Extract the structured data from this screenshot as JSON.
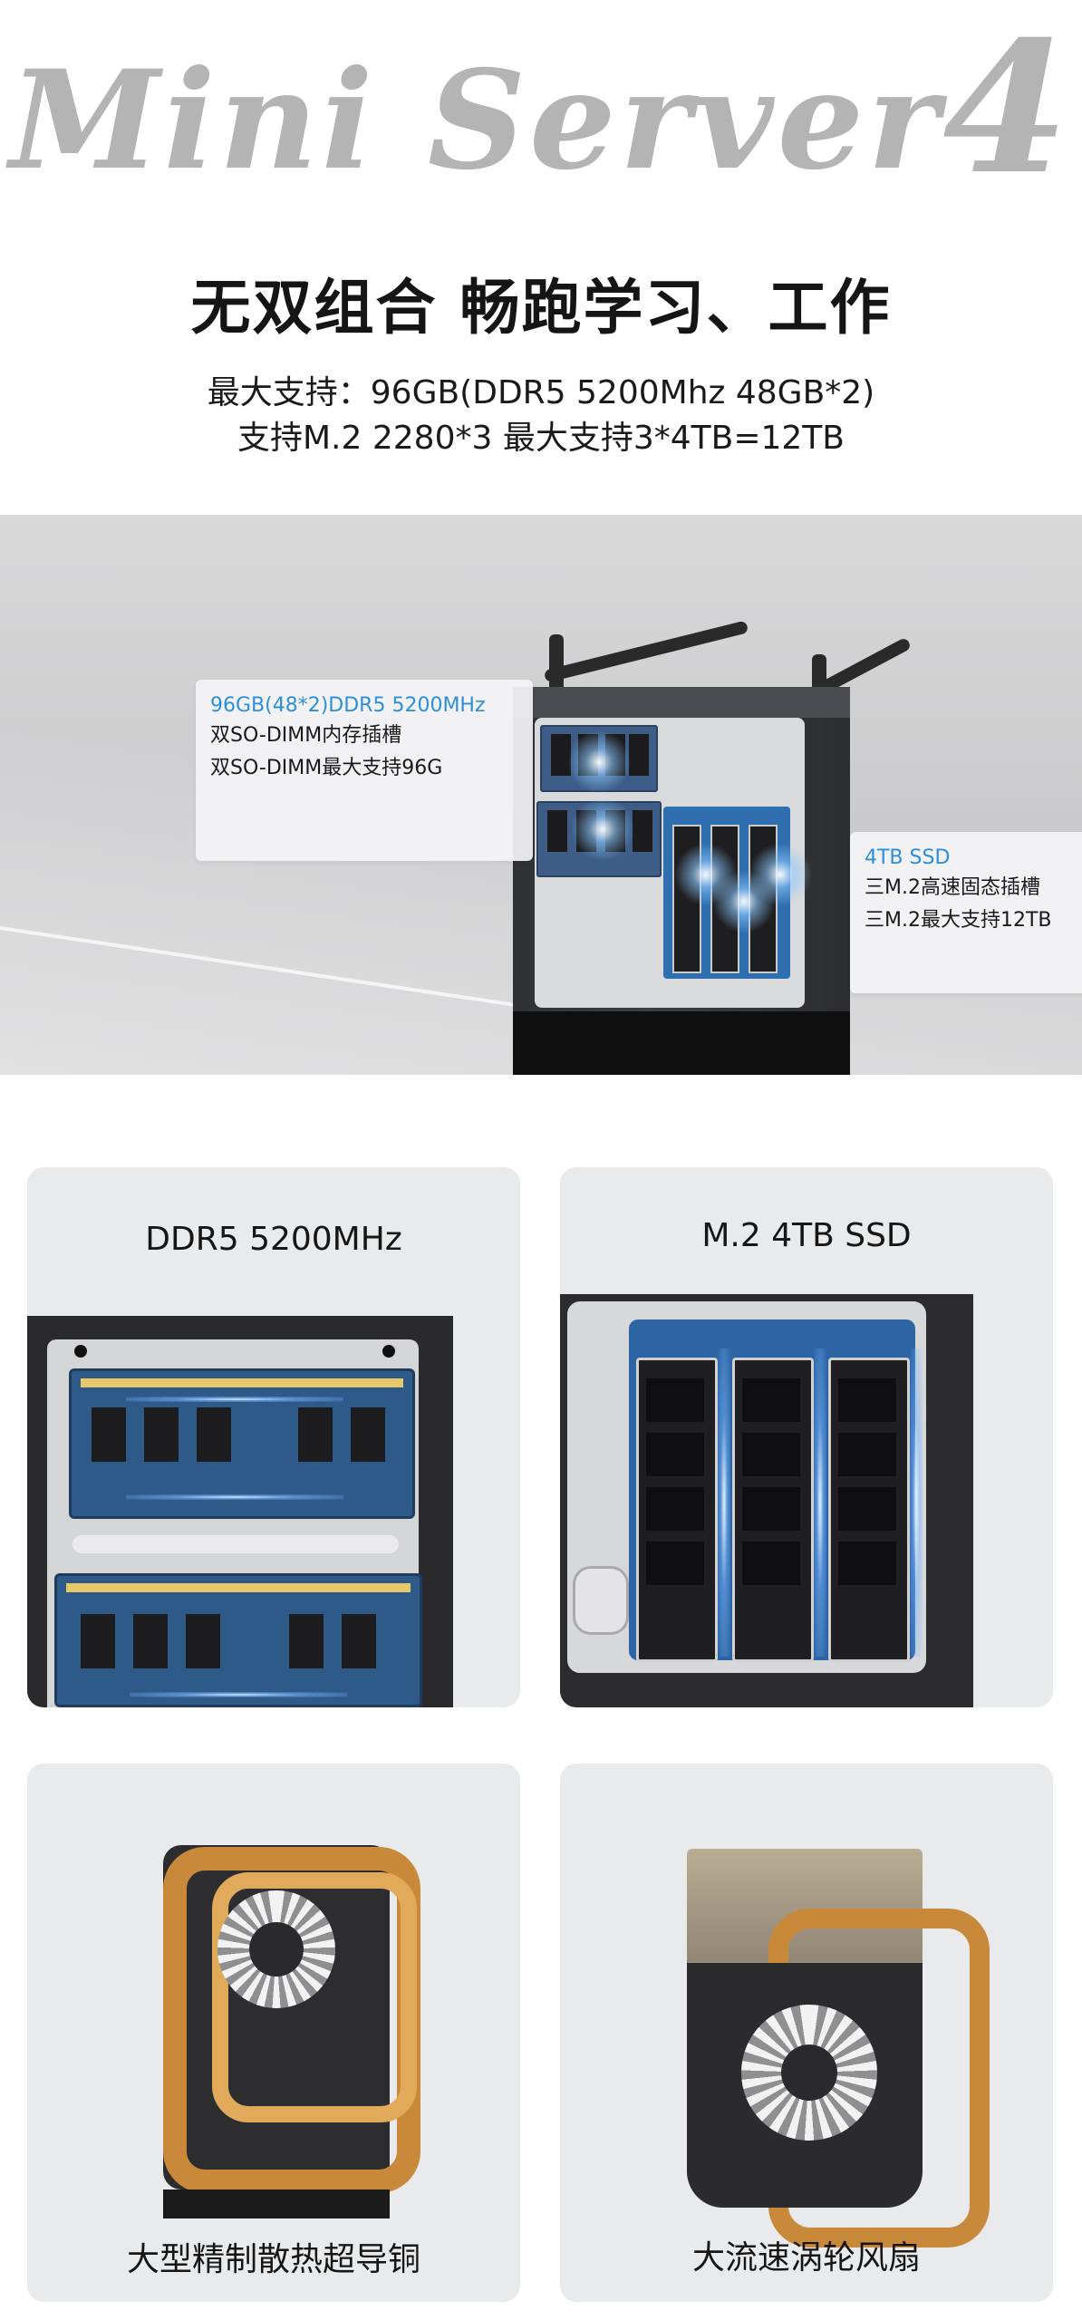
{
  "header": {
    "brand": "Mini Server",
    "brand_num": "4",
    "headline": "无双组合 畅跑学习、工作",
    "spec_line1": "最大支持：96GB(DDR5 5200Mhz 48GB*2)",
    "spec_line2": "支持M.2 2280*3 最大支持3*4TB=12TB"
  },
  "banner": {
    "left_callout": {
      "title": "96GB(48*2)DDR5 5200MHz",
      "line1": "双SO-DIMM内存插槽",
      "line2": "双SO-DIMM最大支持96G"
    },
    "right_callout": {
      "title": "4TB  SSD",
      "line1": "三M.2高速固态插槽",
      "line2": "三M.2最大支持12TB"
    }
  },
  "features": {
    "ram_title": "DDR5 5200MHz",
    "ssd_title": "M.2 4TB SSD",
    "copper_title": "大型精制散热超导铜",
    "fan_title": "大流速涡轮风扇"
  },
  "colors": {
    "accent_blue": "#2d8fd9",
    "brand_gray": "#b4b4b4",
    "card_bg": "#e9eaeb",
    "copper": "#c88a3a"
  }
}
